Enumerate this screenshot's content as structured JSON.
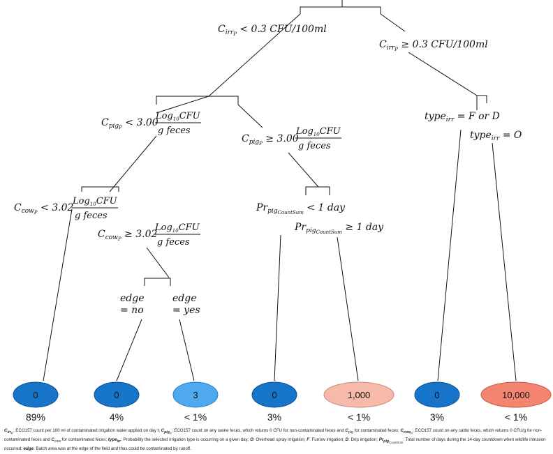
{
  "splits": {
    "root_left": {
      "var": "C",
      "sub": "irr",
      "subsub": "P",
      "rel": " < 0.3 ",
      "unit": "CFU/100ml"
    },
    "root_right": {
      "var": "C",
      "sub": "irr",
      "subsub": "P",
      "rel": " ≥ 0.3 ",
      "unit": "CFU/100ml"
    },
    "pig_lt": {
      "var": "C",
      "sub": "pig",
      "subsub": "P",
      "rel": " < 3.00",
      "num": "Log",
      "numsub": "10",
      "numtail": "CFU",
      "den": "g feces"
    },
    "pig_ge": {
      "var": "C",
      "sub": "pig",
      "subsub": "P",
      "rel": " ≥ 3.00",
      "num": "Log",
      "numsub": "10",
      "numtail": "CFU",
      "den": "g feces"
    },
    "type_fd": {
      "var": "type",
      "sub": "irr",
      "rel": " = F or D"
    },
    "type_o": {
      "var": "type",
      "sub": "irr",
      "rel": " = O"
    },
    "cow_lt": {
      "var": "C",
      "sub": "cow",
      "subsub": "P",
      "rel": " < 3.02",
      "num": "Log",
      "numsub": "10",
      "numtail": "CFU",
      "den": "g feces"
    },
    "cow_ge": {
      "var": "C",
      "sub": "cow",
      "subsub": "P",
      "rel": " ≥ 3.02",
      "num": "Log",
      "numsub": "10",
      "numtail": "CFU",
      "den": "g feces"
    },
    "pr_lt": {
      "var": "Pr",
      "sub": "pig",
      "subsub": "CountSum",
      "rel": " < 1 day"
    },
    "pr_ge": {
      "var": "Pr",
      "sub": "pig",
      "subsub": "CountSum",
      "rel": " ≥ 1 day"
    },
    "edge_no": {
      "line1": "edge",
      "line2": "= no"
    },
    "edge_yes": {
      "line1": "edge",
      "line2": "= yes"
    }
  },
  "leaves": [
    {
      "value": "0",
      "percent": "89%",
      "fill": "#1775c9",
      "stroke": "#0d4f8c"
    },
    {
      "value": "0",
      "percent": "4%",
      "fill": "#1775c9",
      "stroke": "#0d4f8c"
    },
    {
      "value": "3",
      "percent": "< 1%",
      "fill": "#4fa9ee",
      "stroke": "#2a7fc2"
    },
    {
      "value": "0",
      "percent": "3%",
      "fill": "#1775c9",
      "stroke": "#0d4f8c"
    },
    {
      "value": "1,000",
      "percent": "< 1%",
      "fill": "#f7b9aa",
      "stroke": "#c98a7c"
    },
    {
      "value": "0",
      "percent": "3%",
      "fill": "#1775c9",
      "stroke": "#0d4f8c"
    },
    {
      "value": "10,000",
      "percent": "< 1%",
      "fill": "#f28470",
      "stroke": "#c45a47"
    }
  ],
  "caption": {
    "t1": "C",
    "t1sub": "irr",
    "t1subsub": "P",
    "d1": ": ECO157 count per 100 ml of contaminated irrigation water applied on day t; ",
    "t2": "C",
    "t2sub": "pig",
    "t2subsub": "P",
    "d2": ": ECO157 count on any swine feces, which returns 0 CFU for non-contaminated feces and ",
    "t3": "C",
    "t3sub": "pig",
    "d3": " for contaminated feces; ",
    "t4": "C",
    "t4sub": "cow",
    "t4subsub": "P",
    "d4": ": ECO157 count on any cattle feces, which returns 0 CFU/g for non-contaminated feces and ",
    "t5": "C",
    "t5sub": "cow",
    "d5": " for contaminated feces; ",
    "t6": "type",
    "t6sub": "irr",
    "d6": ": Probability the selected irrigation type is occurring on a given day; ",
    "t7": "O",
    "d7": ": Overhead spray irrigation; ",
    "t8": "F",
    "d8": ": Furrow irrigation; ",
    "t9": "D",
    "d9": ": Drip irrigation; ",
    "t10": "Pr",
    "t10sub": "pig",
    "t10subsub": "CountSum",
    "d10": ": Total number of days during the 14-day countdown when wildlife intrusion occurred; ",
    "t11": "edge",
    "d11": ": Batch area was at the edge of the field and thus could be contaminated by runoff."
  }
}
